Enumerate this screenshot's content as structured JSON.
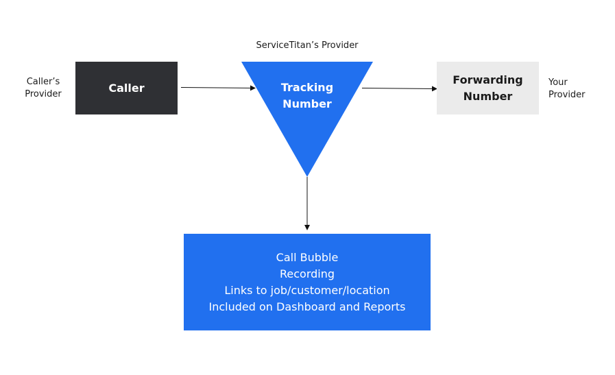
{
  "labels": {
    "provider_top": "ServiceTitan’s Provider",
    "caller_provider_line1": "Caller’s",
    "caller_provider_line2": "Provider",
    "your_provider_line1": "Your",
    "your_provider_line2": "Provider"
  },
  "nodes": {
    "caller": "Caller",
    "tracking_line1": "Tracking",
    "tracking_line2": "Number",
    "forwarding_line1": "Forwarding",
    "forwarding_line2": "Number"
  },
  "result": {
    "lines": [
      "Call Bubble",
      "Recording",
      "Links to job/customer/location",
      "Included on Dashboard and Reports"
    ]
  },
  "colors": {
    "caller_fill": "#2f3034",
    "tracking_fill": "#2170ef",
    "forwarding_fill": "#ebebeb",
    "result_fill": "#2170ef",
    "arrow": "#111111"
  }
}
